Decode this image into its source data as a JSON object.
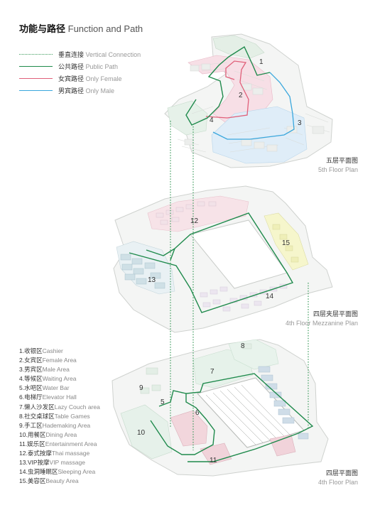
{
  "title": {
    "zh": "功能与路径",
    "en": "Function and Path"
  },
  "legend": [
    {
      "zh": "垂直连接",
      "en": "Vertical Connection",
      "color": "#3a9a5a",
      "style": "dotted"
    },
    {
      "zh": "公共路径",
      "en": "Public Path",
      "color": "#1f8a4c",
      "style": "solid"
    },
    {
      "zh": "女宾路径",
      "en": "Only Female",
      "color": "#e0607a",
      "style": "solid"
    },
    {
      "zh": "男宾路径",
      "en": "Only Male",
      "color": "#3aa7dd",
      "style": "solid"
    }
  ],
  "floors": [
    {
      "zh": "五层平面图",
      "en": "5th Floor Plan"
    },
    {
      "zh": "四层夹层平面图",
      "en": "4th Floor Mezzanine Plan"
    },
    {
      "zh": "四层平面图",
      "en": "4th Floor Plan"
    }
  ],
  "area_numbers": [
    "1",
    "2",
    "3",
    "4",
    "5",
    "6",
    "7",
    "8",
    "9",
    "10",
    "11",
    "12",
    "13",
    "14",
    "15"
  ],
  "areas": [
    {
      "zh": "1.收银区",
      "en": "Cashier"
    },
    {
      "zh": "2.女宾区",
      "en": "Female Area"
    },
    {
      "zh": "3.男宾区",
      "en": "Male Area"
    },
    {
      "zh": "4.等候区",
      "en": "Waiting Area"
    },
    {
      "zh": "5.水吧区",
      "en": "Water Bar"
    },
    {
      "zh": "6.电梯厅",
      "en": "Elevator Hall"
    },
    {
      "zh": "7.懒人沙发区",
      "en": "Lazy Couch area"
    },
    {
      "zh": "8.社交桌球区",
      "en": "Table Games"
    },
    {
      "zh": "9.手工区",
      "en": "Hademaking Area"
    },
    {
      "zh": "10.用餐区",
      "en": "Dining Area"
    },
    {
      "zh": "11.娱乐区",
      "en": "Entertainment Area"
    },
    {
      "zh": "12.泰式按摩",
      "en": "Thai massage"
    },
    {
      "zh": "13.VIP按摩",
      "en": "VIP massage"
    },
    {
      "zh": "14.虫洞睡眠区",
      "en": "Sleeping Area"
    },
    {
      "zh": "15.美容区",
      "en": "Beauty Area"
    }
  ]
}
